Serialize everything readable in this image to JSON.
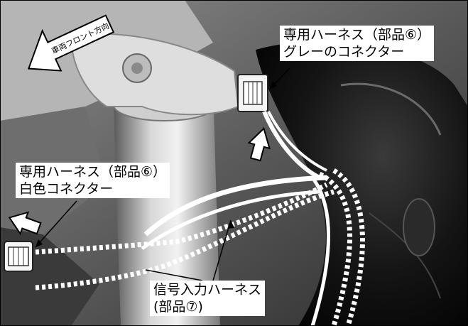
{
  "direction_arrow": {
    "label": "車両フロント方向"
  },
  "callouts": {
    "grey_connector": {
      "line1": "専用ハーネス（部品⑥）",
      "line2": "グレーのコネクター"
    },
    "white_connector": {
      "line1": "専用ハーネス（部品⑥）",
      "line2": "白色コネクター"
    },
    "signal_harness": {
      "line1": "信号入力ハーネス",
      "line2": "(部品⑦)"
    }
  }
}
